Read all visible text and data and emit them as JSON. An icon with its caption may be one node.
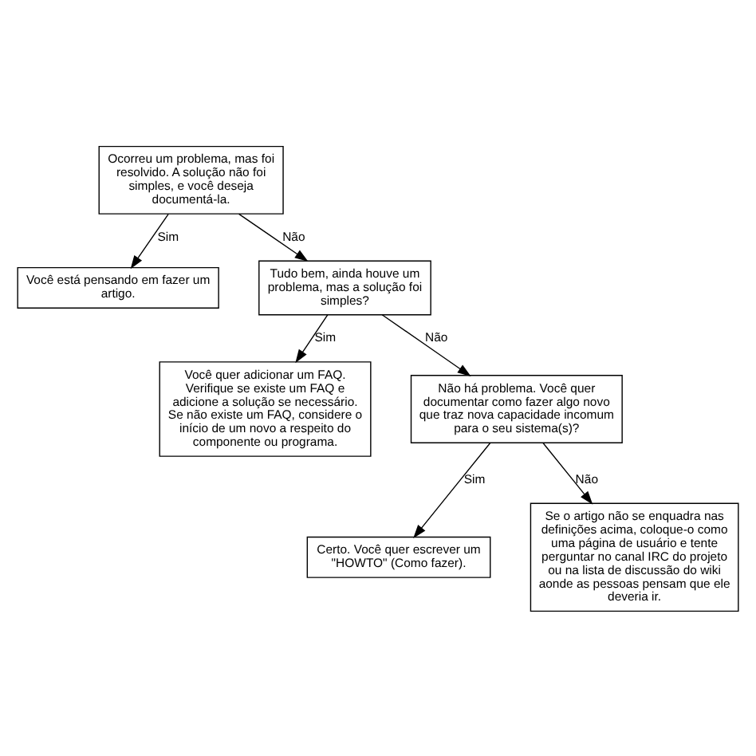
{
  "diagram": {
    "nodes": [
      {
        "text": [
          "Ocorreu um problema, mas foi resolvido. A solução não foi simples, e você deseja documentá-la."
        ]
      },
      {
        "text": [
          "Você está pensando em fazer um artigo."
        ]
      },
      {
        "text": [
          "Tudo bem, ainda houve um problema, mas a solução foi simples?"
        ]
      },
      {
        "text": [
          "Você quer adicionar um FAQ. Verifique se existe um FAQ e adicione a solução se necessário. Se não existe um FAQ, considere o início de um novo a respeito do componente ou programa."
        ]
      },
      {
        "text": [
          "Não há problema. Você quer documentar como fazer algo novo que traz nova capacidade incomum para o seu sistema(s)?"
        ]
      },
      {
        "text": [
          "Certo. Você quer escrever um \"HOWTO\" (Como fazer)."
        ]
      },
      {
        "text": [
          "Se o artigo não se enquadra nas definições acima, coloque-o como uma página de usuário e tente perguntar no canal IRC do projeto ou na lista de discussão do wiki aonde as pessoas pensam que ele deveria ir."
        ]
      }
    ],
    "edges": [
      {
        "from": 0,
        "to": 1,
        "arrow": "to",
        "label": "Sim"
      },
      {
        "from": 0,
        "to": 2,
        "arrow": "to",
        "label": "Não"
      },
      {
        "from": 2,
        "to": 3,
        "arrow": "to",
        "label": "Sim"
      },
      {
        "from": 2,
        "to": 4,
        "arrow": "to",
        "label": "Não"
      },
      {
        "from": 4,
        "to": 5,
        "arrow": "to",
        "label": "Sim"
      },
      {
        "from": 4,
        "to": 6,
        "arrow": "to",
        "label": "Não"
      }
    ]
  }
}
